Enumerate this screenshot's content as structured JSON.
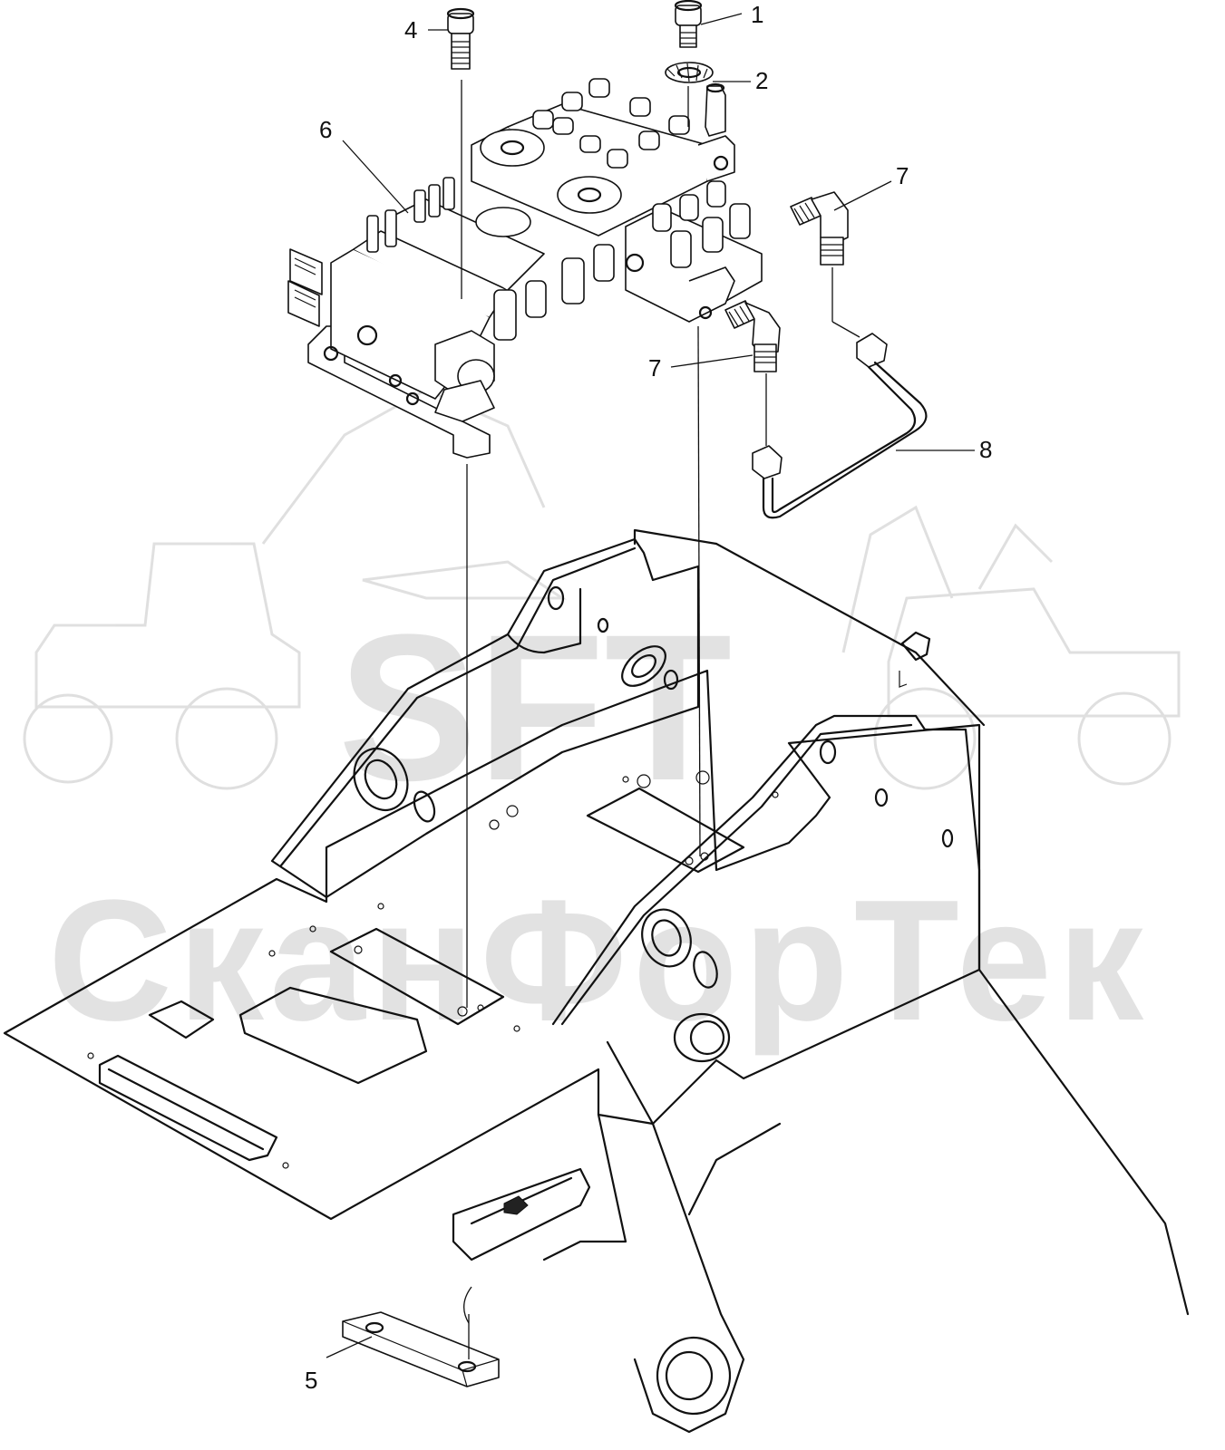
{
  "watermark": {
    "brand": "SFT",
    "company": "СканФорТек"
  },
  "callouts": [
    {
      "id": "1",
      "label": "1"
    },
    {
      "id": "2",
      "label": "2"
    },
    {
      "id": "4",
      "label": "4"
    },
    {
      "id": "5",
      "label": "5"
    },
    {
      "id": "6",
      "label": "6"
    },
    {
      "id": "7a",
      "label": "7"
    },
    {
      "id": "7b",
      "label": "7"
    },
    {
      "id": "8",
      "label": "8"
    }
  ]
}
